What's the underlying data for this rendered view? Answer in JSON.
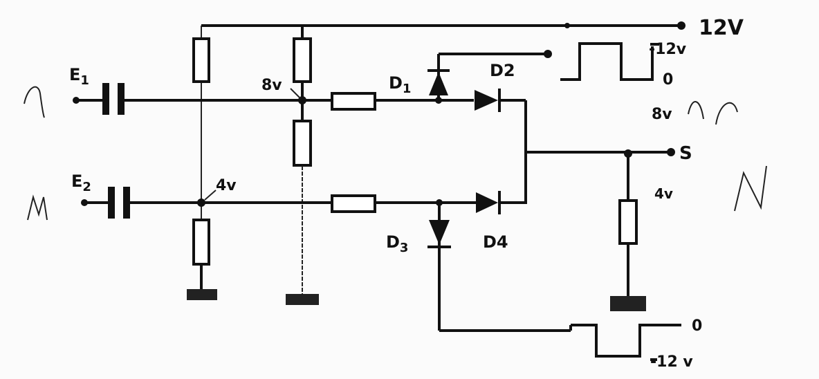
{
  "diagram": {
    "supply": {
      "label": "12V"
    },
    "inputs": {
      "e1": {
        "label": "E",
        "sub": "1"
      },
      "e2": {
        "label": "E",
        "sub": "2"
      }
    },
    "nodes": {
      "bias_top": "8v",
      "bias_bottom": "4v"
    },
    "diodes": [
      {
        "label": "D",
        "sub": "1"
      },
      {
        "label": "D",
        "sub": "2"
      },
      {
        "label": "D",
        "sub": "3"
      },
      {
        "label": "D",
        "sub": "4"
      }
    ],
    "output": {
      "label": "S",
      "bias": "4v",
      "level_8v": "8v"
    },
    "waveform_top": {
      "high": "-12v",
      "low": "0"
    },
    "waveform_bottom": {
      "high": "0",
      "low": "-12 v"
    }
  }
}
